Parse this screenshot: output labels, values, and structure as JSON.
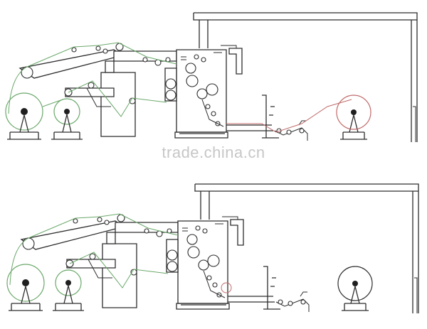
{
  "watermark": {
    "text": "trade.china.cn"
  },
  "colors": {
    "line": "#2d2d2d",
    "web_green": "#6aa86a",
    "web_red": "#c06a6a",
    "background": "#ffffff",
    "watermark": "#c7c7c7"
  },
  "panels": [
    {
      "name": "top-machine-view",
      "unwind_reel_state": "loaded",
      "rewind_reel_state": "loaded"
    },
    {
      "name": "bottom-machine-view",
      "unwind_reel_state": "loaded",
      "rewind_reel_state": "empty"
    }
  ]
}
